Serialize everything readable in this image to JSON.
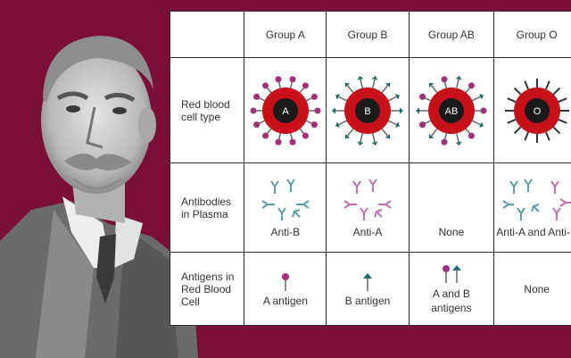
{
  "table": {
    "headers": [
      "Group A",
      "Group B",
      "Group AB",
      "Group O"
    ],
    "rows": {
      "rbc": {
        "label_line1": "Red blood",
        "label_line2": "cell type"
      },
      "antibodies": {
        "label_line1": "Antibodies",
        "label_line2": "in Plasma"
      },
      "antigens": {
        "label_line1": "Antigens in",
        "label_line2": "Red Blood",
        "label_line3": "Cell"
      }
    },
    "cells": {
      "rbc": [
        "A",
        "B",
        "AB",
        "O"
      ],
      "antibodies": [
        "Anti-B",
        "Anti-A",
        "None",
        "Anti-A and Anti-B"
      ],
      "antigens": [
        "A antigen",
        "B antigen",
        "A and B",
        "None"
      ],
      "antigens_ab_line2": "antigens"
    }
  },
  "colors": {
    "background": "#7a0f3a",
    "cell_core": "#c8101a",
    "antigen_a": "#a0307a",
    "antigen_b": "#1f6d6d",
    "antibody_anti_b": "#5a9fa7",
    "antibody_anti_a": "#c06fb3"
  },
  "icons": [
    "portrait-photo",
    "red-blood-cell-icon",
    "antibody-icon",
    "antigen-icon"
  ]
}
